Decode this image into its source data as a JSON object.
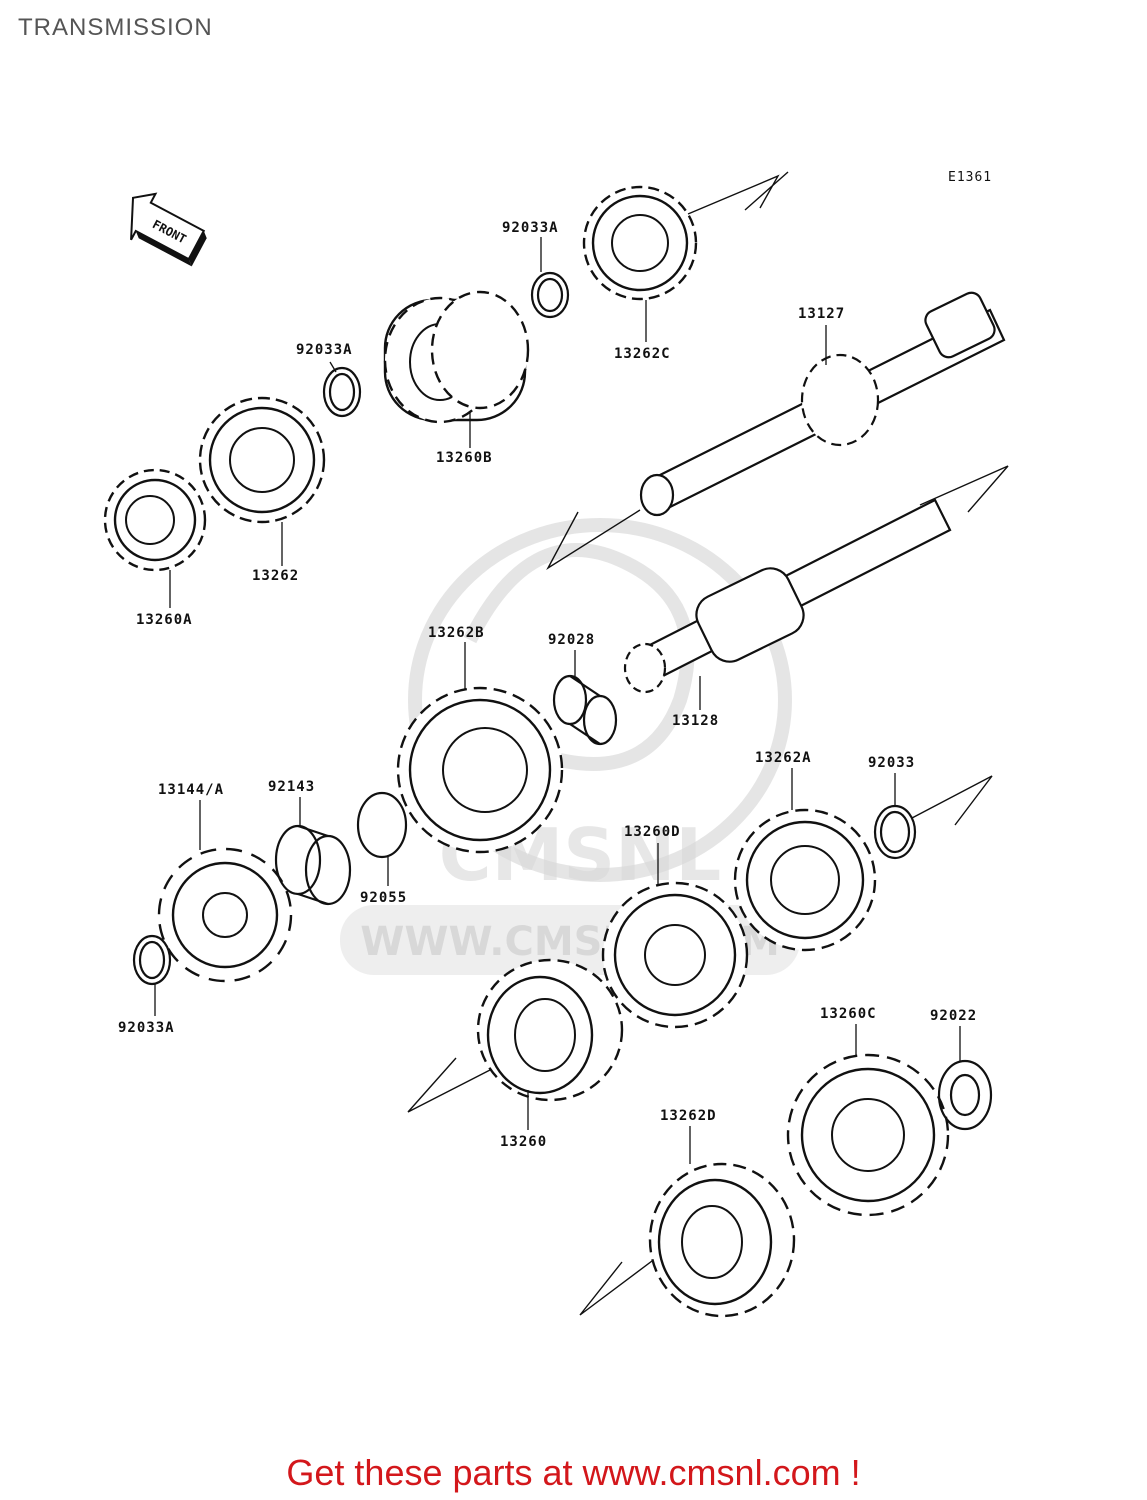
{
  "page": {
    "title": "TRANSMISSION",
    "figure_code": "E1361",
    "footer_link": "Get these parts at www.cmsnl.com !",
    "footer_color": "#d3171b"
  },
  "front_indicator": {
    "label": "FRONT"
  },
  "watermark": {
    "brand": "CMSNL",
    "url": "WWW.CMSNL.COM"
  },
  "parts": [
    {
      "id": "p1",
      "number": "92033A"
    },
    {
      "id": "p2",
      "number": "13262C"
    },
    {
      "id": "p3",
      "number": "13127"
    },
    {
      "id": "p4",
      "number": "92033A"
    },
    {
      "id": "p5",
      "number": "13260B"
    },
    {
      "id": "p6",
      "number": "13262"
    },
    {
      "id": "p7",
      "number": "13260A"
    },
    {
      "id": "p8",
      "number": "13262B"
    },
    {
      "id": "p9",
      "number": "92028"
    },
    {
      "id": "p10",
      "number": "13128"
    },
    {
      "id": "p11",
      "number": "13144/A"
    },
    {
      "id": "p12",
      "number": "92143"
    },
    {
      "id": "p13",
      "number": "92055"
    },
    {
      "id": "p14",
      "number": "13262A"
    },
    {
      "id": "p15",
      "number": "92033"
    },
    {
      "id": "p16",
      "number": "13260D"
    },
    {
      "id": "p17",
      "number": "92033A"
    },
    {
      "id": "p18",
      "number": "13260C"
    },
    {
      "id": "p19",
      "number": "92022"
    },
    {
      "id": "p20",
      "number": "13260"
    },
    {
      "id": "p21",
      "number": "13262D"
    }
  ]
}
